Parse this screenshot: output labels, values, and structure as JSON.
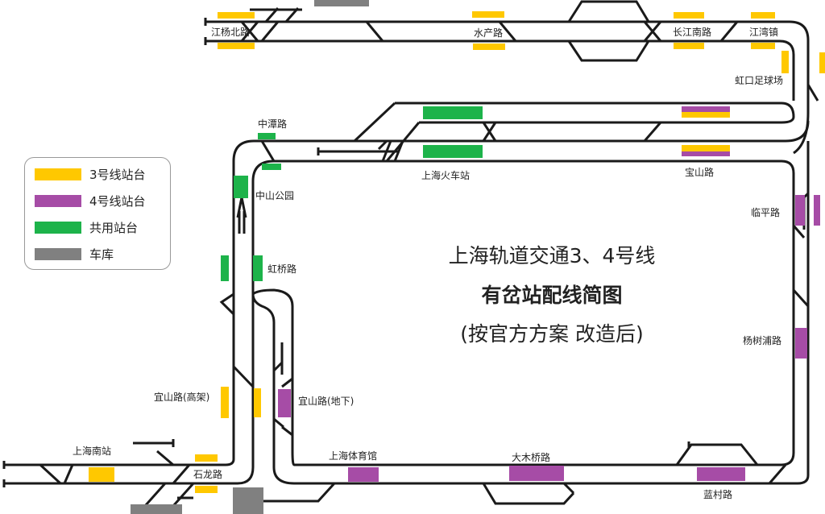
{
  "colors": {
    "line3": "#FFC800",
    "line4": "#A64CA6",
    "shared": "#1DB34A",
    "depot": "#808080",
    "track": "#1a1a1a"
  },
  "title": {
    "line1": "上海轨道交通3、4号线",
    "line2": "有岔站配线简图",
    "line3": "(按官方方案 改造后)"
  },
  "legend": [
    {
      "label": "3号线站台",
      "color": "#FFC800"
    },
    {
      "label": "4号线站台",
      "color": "#A64CA6"
    },
    {
      "label": "共用站台",
      "color": "#1DB34A"
    },
    {
      "label": "车库",
      "color": "#808080"
    }
  ],
  "stations": {
    "jiangyangbeilu": "江杨北路",
    "shuichanlu": "水产路",
    "changjiangnanlu": "长江南路",
    "jiangwanzhen": "江湾镇",
    "hongkouzuqiuchang": "虹口足球场",
    "zhongtanlu": "中潭路",
    "shanghaihuochezhan": "上海火车站",
    "baoshanlu": "宝山路",
    "zhongshangongyuan": "中山公园",
    "linpinglu": "临平路",
    "hongqiaolu": "虹桥路",
    "yangshupulu": "杨树浦路",
    "yishanlu_elevated": "宜山路(高架)",
    "yishanlu_underground": "宜山路(地下)",
    "shanghainanzhan": "上海南站",
    "shilonglu": "石龙路",
    "shanghaitiyuguan": "上海体育馆",
    "damuqiaolu": "大木桥路",
    "lancunlu": "蓝村路"
  }
}
